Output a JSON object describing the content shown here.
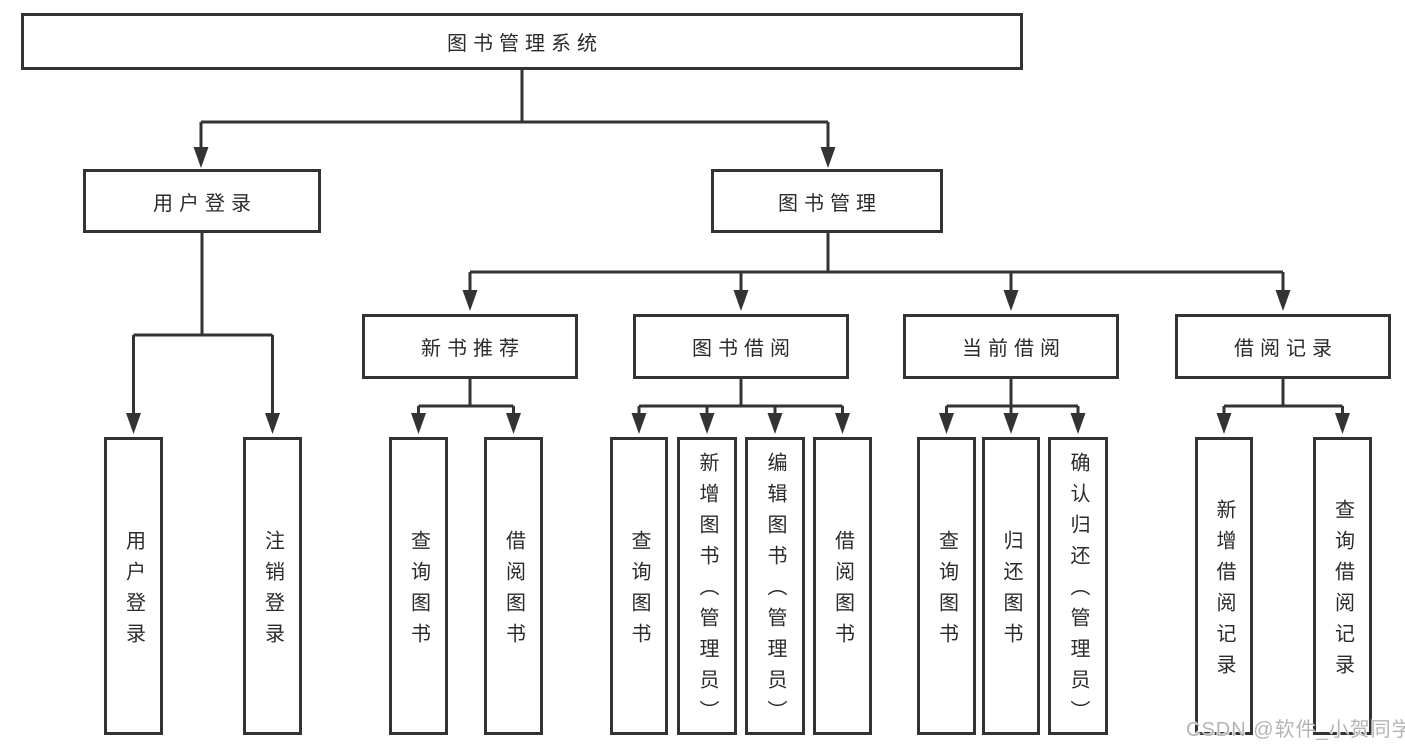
{
  "diagram": {
    "root": {
      "label": "图书管理系统"
    },
    "level2": [
      {
        "label": "用户登录"
      },
      {
        "label": "图书管理"
      }
    ],
    "level3": [
      {
        "parent": "图书管理",
        "label": "新书推荐"
      },
      {
        "parent": "图书管理",
        "label": "图书借阅"
      },
      {
        "parent": "图书管理",
        "label": "当前借阅"
      },
      {
        "parent": "图书管理",
        "label": "借阅记录"
      }
    ],
    "leaves": [
      {
        "parent": "用户登录",
        "label": "用户登录"
      },
      {
        "parent": "用户登录",
        "label": "注销登录"
      },
      {
        "parent": "新书推荐",
        "label": "查询图书"
      },
      {
        "parent": "新书推荐",
        "label": "借阅图书"
      },
      {
        "parent": "图书借阅",
        "label": "查询图书"
      },
      {
        "parent": "图书借阅",
        "label": "新增图书（管理员）"
      },
      {
        "parent": "图书借阅",
        "label": "编辑图书（管理员）"
      },
      {
        "parent": "图书借阅",
        "label": "借阅图书"
      },
      {
        "parent": "当前借阅",
        "label": "查询图书"
      },
      {
        "parent": "当前借阅",
        "label": "归还图书"
      },
      {
        "parent": "当前借阅",
        "label": "确认归还（管理员）"
      },
      {
        "parent": "借阅记录",
        "label": "新增借阅记录"
      },
      {
        "parent": "借阅记录",
        "label": "查询借阅记录"
      }
    ],
    "watermark": "CSDN @软件_小贺同学",
    "colors": {
      "line": "#333333",
      "text": "#2b2b2b",
      "watermark": "#b5b5b5",
      "background": "#ffffff"
    }
  }
}
